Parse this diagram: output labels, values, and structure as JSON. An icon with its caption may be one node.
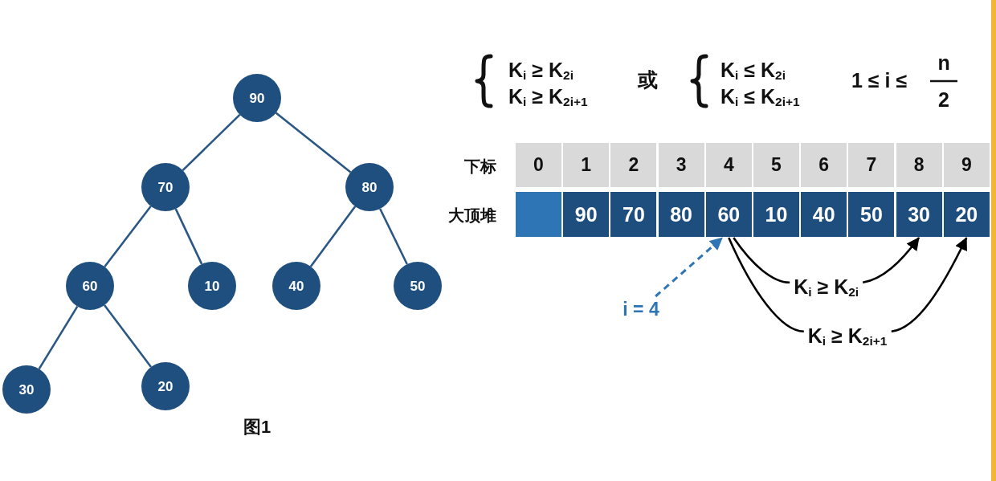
{
  "diagram": {
    "caption": "图1",
    "nodes": [
      {
        "text": [
          "90"
        ]
      },
      {
        "text": [
          "70"
        ]
      },
      {
        "text": [
          "80"
        ]
      },
      {
        "text": [
          "60"
        ]
      },
      {
        "text": [
          "10"
        ]
      },
      {
        "text": [
          "40"
        ]
      },
      {
        "text": [
          "50"
        ]
      },
      {
        "text": [
          "30"
        ]
      },
      {
        "text": [
          "20"
        ]
      },
      {
        "text": [
          "0"
        ]
      },
      {
        "text": [
          "1"
        ]
      },
      {
        "text": [
          "2"
        ]
      },
      {
        "text": [
          "3"
        ]
      },
      {
        "text": [
          "4"
        ]
      },
      {
        "text": [
          "5"
        ]
      },
      {
        "text": [
          "6"
        ]
      },
      {
        "text": [
          "7"
        ]
      },
      {
        "text": [
          "8"
        ]
      },
      {
        "text": [
          "9"
        ]
      },
      {
        "text": [],
        "shape": "box"
      },
      {
        "text": [
          "90"
        ]
      },
      {
        "text": [
          "70"
        ]
      },
      {
        "text": [
          "80"
        ]
      },
      {
        "text": [
          "60"
        ]
      },
      {
        "text": [
          "10"
        ]
      },
      {
        "text": [
          "40"
        ]
      },
      {
        "text": [
          "50"
        ]
      },
      {
        "text": [
          "30"
        ]
      },
      {
        "text": [
          "20"
        ]
      },
      {
        "text": [
          "i = 4"
        ]
      }
    ],
    "edges": [
      {
        "from": 0,
        "to": 1,
        "arrow": "none"
      },
      {
        "from": 0,
        "to": 2,
        "arrow": "none"
      },
      {
        "from": 1,
        "to": 3,
        "arrow": "none"
      },
      {
        "from": 1,
        "to": 4,
        "arrow": "none"
      },
      {
        "from": 2,
        "to": 5,
        "arrow": "none"
      },
      {
        "from": 2,
        "to": 6,
        "arrow": "none"
      },
      {
        "from": 3,
        "to": 7,
        "arrow": "none"
      },
      {
        "from": 3,
        "to": 8,
        "arrow": "none"
      },
      {
        "from": 29,
        "to": 23,
        "arrow": "to",
        "style": "dashed",
        "color": "#2e75b6"
      },
      {
        "from": 23,
        "to": 27,
        "arrow": "to",
        "label": "K$_{i}$ ≥ K$_{2i}$",
        "color": "#000000"
      },
      {
        "from": 23,
        "to": 28,
        "arrow": "to",
        "label": "K$_{i}$ ≥ K$_{2i+1}$",
        "color": "#000000"
      }
    ],
    "labels": [
      "K$_{i}$ ≥ K$_{2i}$",
      "K$_{i}$ ≥ K$_{2i+1}$",
      "或",
      "K$_{i}$ ≤ K$_{2i}$",
      "K$_{i}$ ≤ K$_{2i+1}$",
      "1 ≤ i ≤",
      "n",
      "2",
      "下标",
      "大顶堆"
    ]
  }
}
